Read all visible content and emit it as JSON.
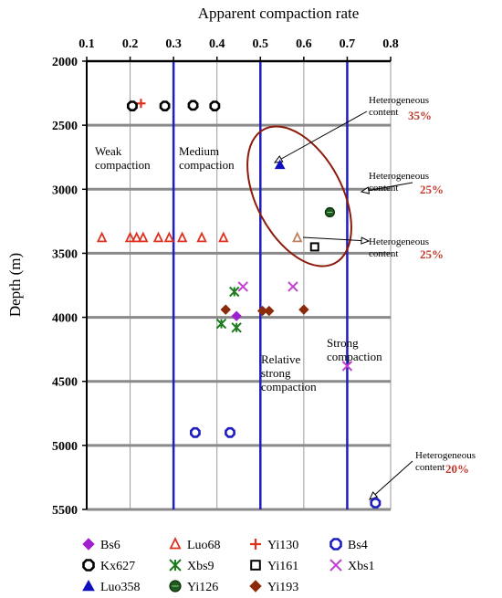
{
  "chart_data": {
    "type": "scatter",
    "title": "",
    "xlabel": "Apparent compaction rate",
    "ylabel": "Depth (m)",
    "x_ticks": [
      "0.1",
      "0.2",
      "0.3",
      "0.4",
      "0.5",
      "0.6",
      "0.7",
      "0.8"
    ],
    "y_ticks": [
      "2000",
      "2500",
      "3000",
      "3500",
      "4000",
      "4500",
      "5000",
      "5500"
    ],
    "xlim": [
      0.1,
      0.8
    ],
    "ylim": [
      2000,
      5500
    ],
    "y_inverted": true,
    "x_axis_position": "top",
    "grid": true,
    "boundaries": [
      {
        "x": 0.3,
        "color": "#1f1fbf"
      },
      {
        "x": 0.5,
        "color": "#1f1fbf"
      },
      {
        "x": 0.7,
        "color": "#1f1fbf"
      }
    ],
    "zones": [
      {
        "lines": [
          "Weak",
          "compaction"
        ]
      },
      {
        "lines": [
          "Medium",
          "compaction"
        ]
      },
      {
        "lines": [
          "Relative",
          "strong",
          "compaction"
        ]
      },
      {
        "lines": [
          "Strong",
          "compaction"
        ]
      }
    ],
    "annotations": [
      {
        "lines": [
          "Heterogeneous",
          "content"
        ],
        "value": "35%"
      },
      {
        "lines": [
          "Heterogeneous",
          "content"
        ],
        "value": "25%"
      },
      {
        "lines": [
          "Heterogeneous",
          "content"
        ],
        "value": "25%"
      },
      {
        "lines": [
          "Heterogeneous",
          "content"
        ],
        "value": "20%"
      }
    ],
    "series": [
      {
        "name": "Bs6",
        "marker": "diamond",
        "color": "#a020d0",
        "points": [
          [
            0.445,
            3990
          ]
        ]
      },
      {
        "name": "Luo68",
        "marker": "triangle-open",
        "color": "#e0301e",
        "points": [
          [
            0.135,
            3380
          ],
          [
            0.2,
            3380
          ],
          [
            0.215,
            3380
          ],
          [
            0.23,
            3380
          ],
          [
            0.265,
            3380
          ],
          [
            0.29,
            3380
          ],
          [
            0.32,
            3380
          ],
          [
            0.365,
            3380
          ],
          [
            0.415,
            3380
          ]
        ]
      },
      {
        "name": "Yi130",
        "marker": "plus",
        "color": "#e0301e",
        "points": [
          [
            0.225,
            2330
          ]
        ]
      },
      {
        "name": "Bs4",
        "marker": "octagon-open",
        "color": "#1f1fbf",
        "points": [
          [
            0.35,
            4900
          ],
          [
            0.43,
            4900
          ],
          [
            0.765,
            5450
          ]
        ]
      },
      {
        "name": "Kx627",
        "marker": "octagon-open",
        "color": "#000000",
        "points": [
          [
            0.205,
            2350
          ],
          [
            0.28,
            2350
          ],
          [
            0.345,
            2345
          ],
          [
            0.395,
            2350
          ]
        ]
      },
      {
        "name": "Xbs9",
        "marker": "asterisk",
        "color": "#1e7a1e",
        "points": [
          [
            0.44,
            3800
          ],
          [
            0.41,
            4050
          ],
          [
            0.445,
            4080
          ]
        ]
      },
      {
        "name": "Yi161",
        "marker": "square-open",
        "color": "#000000",
        "points": [
          [
            0.625,
            3450
          ]
        ]
      },
      {
        "name": "Xbs1",
        "marker": "x",
        "color": "#c040d0",
        "points": [
          [
            0.46,
            3760
          ],
          [
            0.575,
            3760
          ],
          [
            0.7,
            4380
          ]
        ]
      },
      {
        "name": "Luo358",
        "marker": "triangle",
        "color": "#1010c0",
        "points": [
          [
            0.545,
            2810
          ]
        ]
      },
      {
        "name": "Yi126",
        "marker": "circle-solid",
        "color": "#1e5a1e",
        "points": [
          [
            0.66,
            3180
          ]
        ]
      },
      {
        "name": "Yi193",
        "marker": "diamond",
        "color": "#8b2a0a",
        "points": [
          [
            0.42,
            3940
          ],
          [
            0.505,
            3950
          ],
          [
            0.52,
            3950
          ],
          [
            0.6,
            3940
          ]
        ]
      },
      {
        "name": "",
        "marker": "triangle-open",
        "color": "#c08060",
        "points": [
          [
            0.585,
            3380
          ]
        ]
      }
    ],
    "ellipse_color": "#8b1a0a",
    "legend_position": "bottom"
  }
}
